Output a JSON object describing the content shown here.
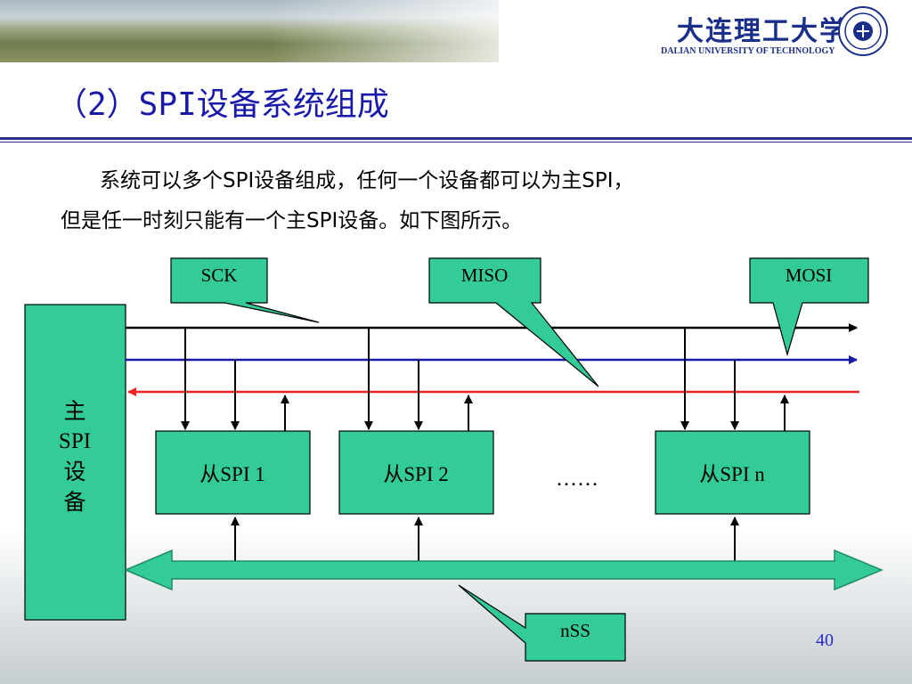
{
  "header": {
    "logo_cn": "大连理工大学",
    "logo_en": "DALIAN UNIVERSITY OF TECHNOLOGY"
  },
  "slide": {
    "title": "（2）SPI设备系统组成",
    "paragraph_line1": "系统可以多个SPI设备组成，任何一个设备都可以为主SPI，",
    "paragraph_line2": "但是任一时刻只能有一个主SPI设备。如下图所示。",
    "page_number": "40"
  },
  "diagram": {
    "master": [
      "主",
      "SPI",
      "设",
      "备"
    ],
    "slaves": [
      "从SPI 1",
      "从SPI 2",
      "从SPI n"
    ],
    "ellipsis": "……",
    "callouts": {
      "sck": "SCK",
      "miso": "MISO",
      "mosi": "MOSI",
      "nss": "nSS"
    },
    "colors": {
      "box_fill": "#33cc99",
      "sck_line": "#000000",
      "mosi_line": "#1a1aaa",
      "miso_line": "#ee2222",
      "bus_fill": "#33cc99"
    }
  }
}
